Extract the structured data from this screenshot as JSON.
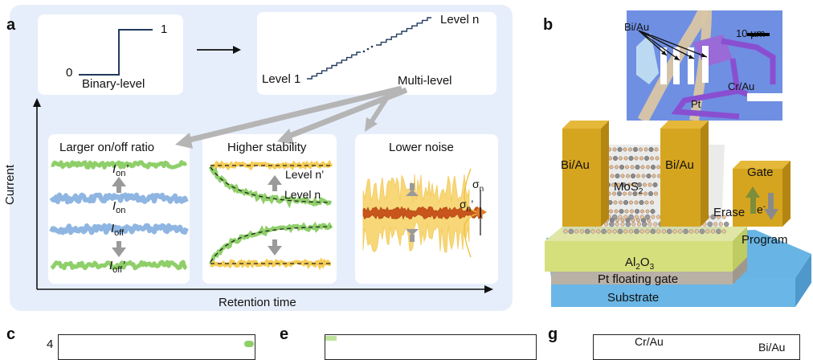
{
  "panel_a": {
    "label": "a",
    "binary": {
      "low": "0",
      "high": "1",
      "caption": "Binary-level"
    },
    "multi": {
      "level1": "Level 1",
      "leveln": "Level n",
      "caption": "Multi-level"
    },
    "axis": {
      "y": "Current",
      "x": "Retention time"
    },
    "box1": {
      "title": "Larger on/off ratio",
      "ion_prime": "I",
      "ion_prime_sub": "on",
      "ion_prime_mark": "’",
      "ion": "I",
      "ion_sub": "on",
      "ioff": "I",
      "ioff_sub": "off",
      "ioff_prime": "I",
      "ioff_prime_sub": "off",
      "ioff_prime_mark": "’"
    },
    "box2": {
      "title": "Higher stability",
      "leveln_prime": "Level n’",
      "leveln": "Level n"
    },
    "box3": {
      "title": "Lower noise",
      "sigma_n": "σ",
      "sigma_sub": "n",
      "sigma_n_prime_sub": "n",
      "sigma_prime_mark": "’"
    }
  },
  "panel_b": {
    "label": "b",
    "micrograph": {
      "bi_au": "Bi/Au",
      "scale": "10 µm",
      "cr_au": "Cr/Au",
      "pt": "Pt"
    },
    "device": {
      "bi_au_left": "Bi/Au",
      "bi_au_right": "Bi/Au",
      "mos2": "MoS",
      "mos2_sub": "2",
      "gate": "Gate",
      "erase": "Erase",
      "electron": "e",
      "electron_sup": "-",
      "program": "Program",
      "al2o3_a": "Al",
      "al2o3_sub1": "2",
      "al2o3_b": "O",
      "al2o3_sub2": "3",
      "pt_gate": "Pt floating gate",
      "substrate": "Substrate"
    }
  },
  "panel_c": {
    "label": "c",
    "tick": "4"
  },
  "panel_e": {
    "label": "e"
  },
  "panel_g": {
    "label": "g",
    "text1": "Cr/Au",
    "text2": "Bi/Au"
  },
  "colors": {
    "panel_bg": "#e7eefb",
    "green": "#8fcf6a",
    "blue": "#8fb6e2",
    "yellow": "#f5cc55",
    "orange": "#c8551b",
    "gold": "#d6a520",
    "micro_bg": "#6f8fe6",
    "purple": "#8a4fd1"
  }
}
